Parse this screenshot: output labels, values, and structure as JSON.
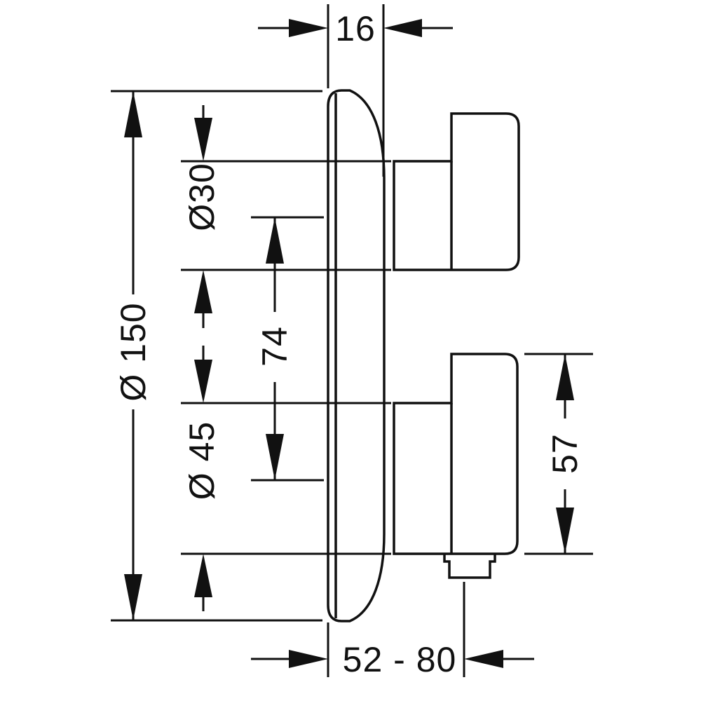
{
  "colors": {
    "ink": "#111111",
    "background": "#ffffff"
  },
  "labels": {
    "plate_thickness": "16",
    "plate_diameter": "Ø 150",
    "top_handle_diameter": "Ø30",
    "handle_axis_distance": "74",
    "bottom_handle_diameter": "Ø 45",
    "bottom_handle_length": "57",
    "installation_depth_range": "52 - 80"
  }
}
